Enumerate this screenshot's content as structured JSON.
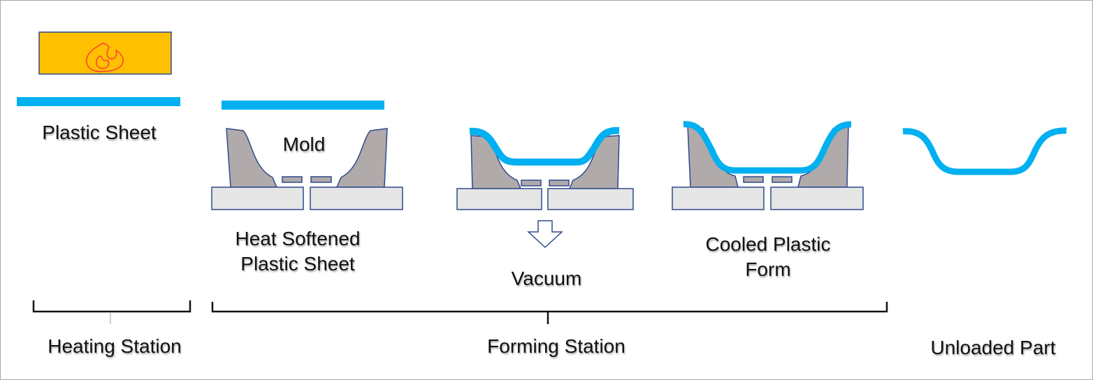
{
  "labels": {
    "plastic_sheet": "Plastic Sheet",
    "mold": "Mold",
    "heat_softened_line1": "Heat Softened",
    "heat_softened_line2": "Plastic Sheet",
    "vacuum": "Vacuum",
    "cooled_line1": "Cooled Plastic",
    "cooled_line2": "Form",
    "heating_station": "Heating Station",
    "forming_station": "Forming Station",
    "unloaded_part": "Unloaded Part"
  },
  "colors": {
    "sheet_blue": "#00b0f0",
    "mold_gray": "#b0aaaa",
    "mold_outline": "#2f4a8c",
    "base_fill": "#e6e6e6",
    "heater_fill": "#ffc000",
    "flame_red": "#ff3b3b",
    "bracket": "#111111"
  },
  "icons": {
    "heater": "flame-icon",
    "vacuum": "down-arrow-icon"
  }
}
